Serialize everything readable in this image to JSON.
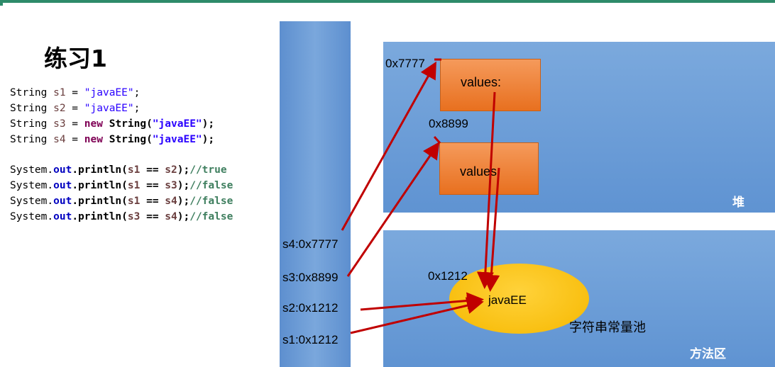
{
  "slide": {
    "title": "练习1"
  },
  "code": {
    "lines": [
      [
        "String s1 = \"javaEE\";"
      ],
      [
        "String s2 = \"javaEE\";"
      ],
      [
        "String s3 = new String(\"javaEE\");"
      ],
      [
        "String s4 = new String(\"javaEE\");"
      ],
      [
        ""
      ],
      [
        "System.out.println(s1 == s2);//true"
      ],
      [
        "System.out.println(s1 == s3);//false"
      ],
      [
        "System.out.println(s1 == s4);//false"
      ],
      [
        "System.out.println(s3 == s4);//false"
      ]
    ],
    "segments": [
      [
        {
          "t": "String ",
          "c": ""
        },
        {
          "t": "s1",
          "c": "var"
        },
        {
          "t": " = ",
          "c": ""
        },
        {
          "t": "\"javaEE\"",
          "c": "str"
        },
        {
          "t": ";",
          "c": ""
        }
      ],
      [
        {
          "t": "String ",
          "c": ""
        },
        {
          "t": "s2",
          "c": "var"
        },
        {
          "t": " = ",
          "c": ""
        },
        {
          "t": "\"javaEE\"",
          "c": "str"
        },
        {
          "t": ";",
          "c": ""
        }
      ],
      [
        {
          "t": "String ",
          "c": ""
        },
        {
          "t": "s3",
          "c": "var"
        },
        {
          "t": " = ",
          "c": ""
        },
        {
          "t": "new",
          "c": "kw"
        },
        {
          "t": " ",
          "c": ""
        },
        {
          "t": "String(",
          "c": "bold"
        },
        {
          "t": "\"javaEE\"",
          "c": "str bold"
        },
        {
          "t": ");",
          "c": "bold"
        }
      ],
      [
        {
          "t": "String ",
          "c": ""
        },
        {
          "t": "s4",
          "c": "var"
        },
        {
          "t": " = ",
          "c": ""
        },
        {
          "t": "new",
          "c": "kw"
        },
        {
          "t": " ",
          "c": ""
        },
        {
          "t": "String(",
          "c": "bold"
        },
        {
          "t": "\"javaEE\"",
          "c": "str bold"
        },
        {
          "t": ");",
          "c": "bold"
        }
      ],
      [],
      [
        {
          "t": "System.",
          "c": ""
        },
        {
          "t": "out",
          "c": "field"
        },
        {
          "t": ".println(",
          "c": "bold"
        },
        {
          "t": "s1",
          "c": "var bold"
        },
        {
          "t": " == ",
          "c": "bold"
        },
        {
          "t": "s2",
          "c": "var bold"
        },
        {
          "t": ");",
          "c": "bold"
        },
        {
          "t": "//true",
          "c": "comment"
        }
      ],
      [
        {
          "t": "System.",
          "c": ""
        },
        {
          "t": "out",
          "c": "field"
        },
        {
          "t": ".println(",
          "c": "bold"
        },
        {
          "t": "s1",
          "c": "var bold"
        },
        {
          "t": " == ",
          "c": "bold"
        },
        {
          "t": "s3",
          "c": "var bold"
        },
        {
          "t": ");",
          "c": "bold"
        },
        {
          "t": "//false",
          "c": "comment"
        }
      ],
      [
        {
          "t": "System.",
          "c": ""
        },
        {
          "t": "out",
          "c": "field"
        },
        {
          "t": ".println(",
          "c": "bold"
        },
        {
          "t": "s1",
          "c": "var bold"
        },
        {
          "t": " == ",
          "c": "bold"
        },
        {
          "t": "s4",
          "c": "var bold"
        },
        {
          "t": ");",
          "c": "bold"
        },
        {
          "t": "//false",
          "c": "comment"
        }
      ],
      [
        {
          "t": "System.",
          "c": ""
        },
        {
          "t": "out",
          "c": "field"
        },
        {
          "t": ".println(",
          "c": "bold"
        },
        {
          "t": "s3",
          "c": "var bold"
        },
        {
          "t": " == ",
          "c": "bold"
        },
        {
          "t": "s4",
          "c": "var bold"
        },
        {
          "t": ");",
          "c": "bold"
        },
        {
          "t": "//false",
          "c": "comment"
        }
      ]
    ]
  },
  "stack": {
    "vars": [
      {
        "label": "s4:0x7777"
      },
      {
        "label": "s3:0x8899"
      },
      {
        "label": "s2:0x1212"
      },
      {
        "label": "s1:0x1212"
      }
    ]
  },
  "heap": {
    "label": "堆",
    "objects": [
      {
        "address": "0x7777",
        "content": "values:"
      },
      {
        "address": "0x8899",
        "content": "values:"
      }
    ]
  },
  "method_area": {
    "label": "方法区",
    "pool_label": "字符串常量池",
    "pool_address": "0x1212",
    "pool_value": "javaEE"
  },
  "colors": {
    "arrow": "#c00000",
    "stack": "#6f9dd6",
    "heap_obj": "#ee7b2c",
    "pool": "#fcc419",
    "rule": "#2e8b6a"
  }
}
